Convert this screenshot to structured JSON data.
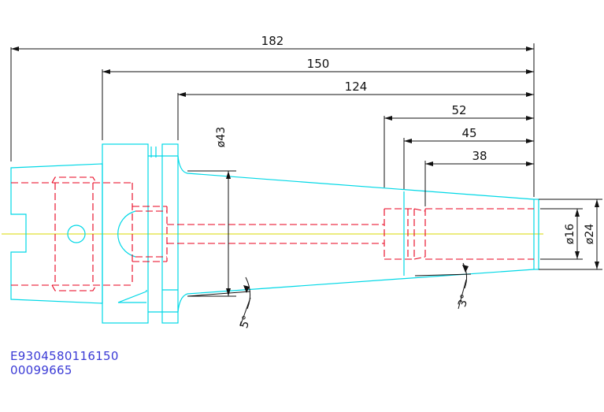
{
  "colors": {
    "outline": "#00d8e6",
    "hidden": "#e8001c",
    "center": "#d8d800",
    "dimension": "#111111",
    "code_text": "#3b3bd6"
  },
  "dimensions": {
    "d182": "182",
    "d150": "150",
    "d124": "124",
    "d52": "52",
    "d45": "45",
    "d38": "38",
    "dia43": "ø43",
    "dia16": "ø16",
    "dia24": "ø24",
    "angle5": "5°",
    "angle3": "3°"
  },
  "codes": {
    "line1": "E9304580116150",
    "line2": "00099665"
  }
}
